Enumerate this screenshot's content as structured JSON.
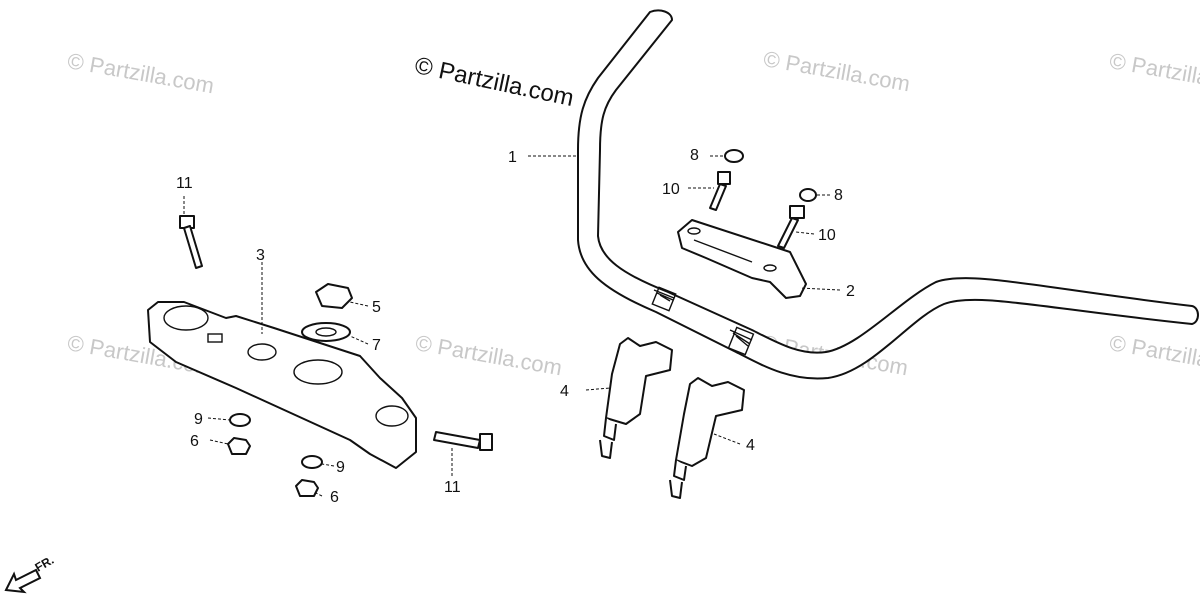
{
  "diagram": {
    "copyright": "© Partzilla.com",
    "watermark_text": "© Partzilla.com",
    "front_marker": "FR.",
    "callouts": {
      "c1": "1",
      "c2": "2",
      "c3": "3",
      "c4a": "4",
      "c4b": "4",
      "c5": "5",
      "c6a": "6",
      "c6b": "6",
      "c7": "7",
      "c8a": "8",
      "c8b": "8",
      "c9a": "9",
      "c9b": "9",
      "c10a": "10",
      "c10b": "10",
      "c11a": "11",
      "c11b": "11"
    }
  }
}
